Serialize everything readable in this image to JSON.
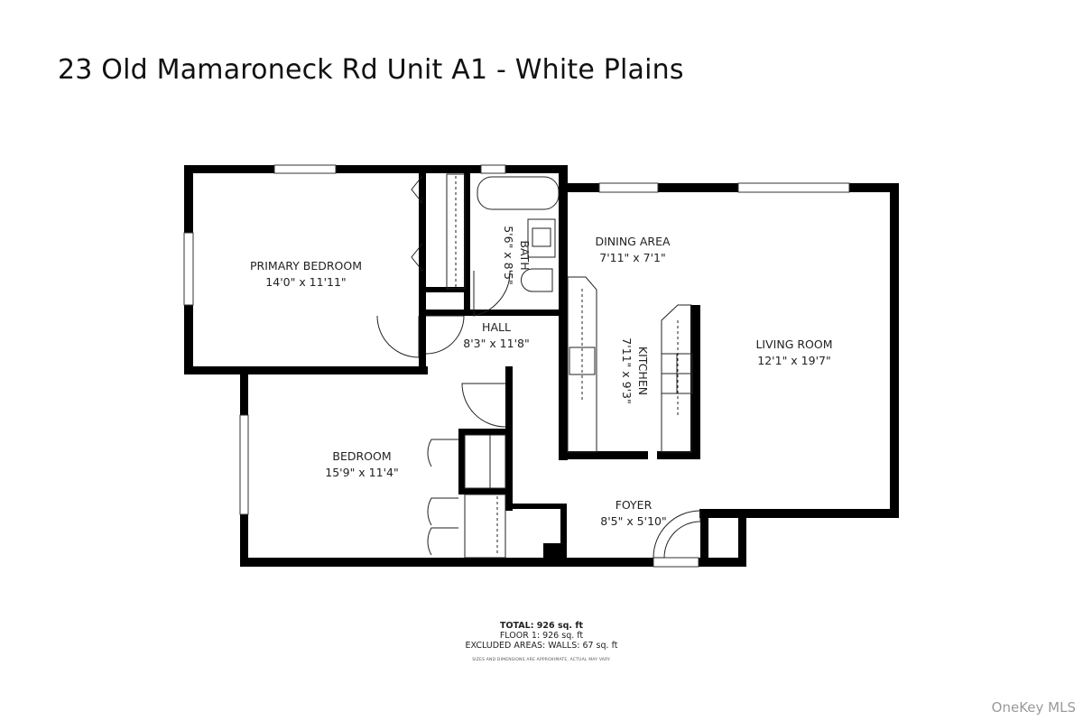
{
  "header": {
    "title": "23 Old Mamaroneck Rd Unit A1 - White Plains"
  },
  "rooms": [
    {
      "name": "PRIMARY BEDROOM",
      "dims": "14'0\" x 11'11\""
    },
    {
      "name": "BATH",
      "dims": "5'6\" x 8'5\""
    },
    {
      "name": "HALL",
      "dims": "8'3\" x 11'8\""
    },
    {
      "name": "DINING AREA",
      "dims": "7'11\" x 7'1\""
    },
    {
      "name": "KITCHEN",
      "dims": "7'11\" x 9'3\""
    },
    {
      "name": "LIVING ROOM",
      "dims": "12'1\" x 19'7\""
    },
    {
      "name": "BEDROOM",
      "dims": "15'9\" x 11'4\""
    },
    {
      "name": "FOYER",
      "dims": "8'5\" x 5'10\""
    }
  ],
  "summary": {
    "total": "TOTAL: 926 sq. ft",
    "floor1": "FLOOR 1: 926 sq. ft",
    "excluded": "EXCLUDED AREAS: WALLS: 67 sq. ft",
    "disclaimer": "SIZES AND DIMENSIONS ARE APPROXIMATE, ACTUAL MAY VARY."
  },
  "watermark": "OneKey MLS",
  "colors": {
    "wall": "#000000",
    "line": "#111111",
    "background": "#ffffff"
  }
}
